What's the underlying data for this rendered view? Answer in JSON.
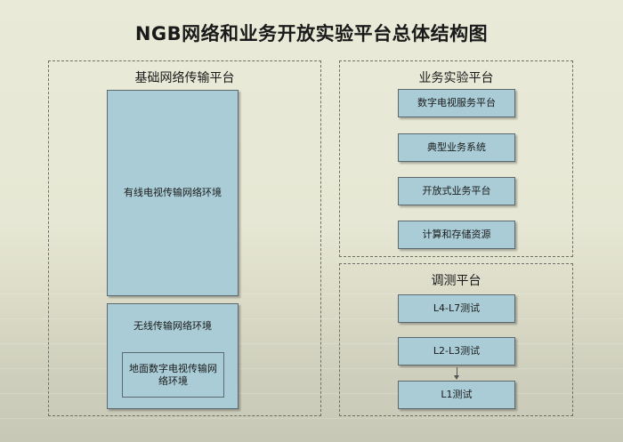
{
  "title": "NGB网络和业务开放实验平台总体结构图",
  "left_panel": {
    "title": "基础网络传输平台",
    "cable_box": "有线电视传输网络环境",
    "wireless_box": "无线传输网络环境",
    "terrestrial_box": "地面数字电视传输网络环境"
  },
  "service_panel": {
    "title": "业务实验平台",
    "items": [
      "数字电视服务平台",
      "典型业务系统",
      "开放式业务平台",
      "计算和存储资源"
    ]
  },
  "test_panel": {
    "title": "调测平台",
    "items": [
      "L4-L7测试",
      "L2-L3测试",
      "L1测试"
    ]
  }
}
